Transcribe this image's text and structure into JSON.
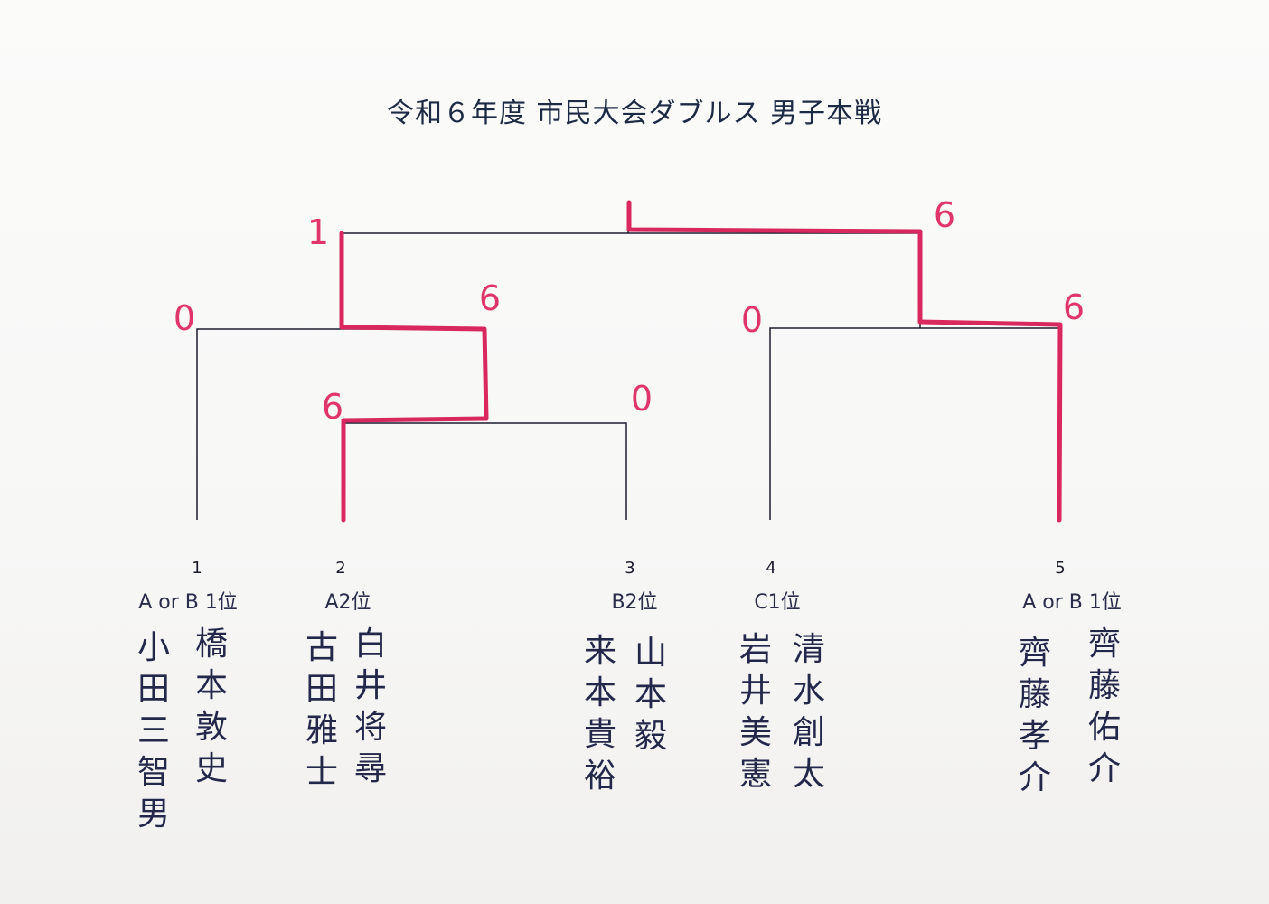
{
  "title": "令和６年度 市民大会ダブルス 男子本戦",
  "colors": {
    "ink": "#1d1d2e",
    "winner": "#d9285f"
  },
  "teams": [
    {
      "seed": "1",
      "qualifier": "A or B 1位",
      "players": [
        "小田三智男",
        "橋本敦史"
      ]
    },
    {
      "seed": "2",
      "qualifier": "A2位",
      "players": [
        "古田雅士",
        "白井将尋"
      ]
    },
    {
      "seed": "3",
      "qualifier": "B2位",
      "players": [
        "来本貴裕",
        "山本毅"
      ]
    },
    {
      "seed": "4",
      "qualifier": "C1位",
      "players": [
        "岩井美憲",
        "清水創太"
      ]
    },
    {
      "seed": "5",
      "qualifier": "A or B 1位",
      "players": [
        "齊藤孝介",
        "齊藤佑介"
      ]
    }
  ],
  "matches": [
    {
      "round": "1st",
      "left_score": "6",
      "right_score": "0",
      "winner": "left",
      "left_team": "2",
      "right_team": "3"
    },
    {
      "round": "semi",
      "left_score": "0",
      "right_score": "6",
      "winner": "right",
      "left_team": "1",
      "right_team": "winner of 2 vs 3"
    },
    {
      "round": "semi",
      "left_score": "0",
      "right_score": "6",
      "winner": "right",
      "left_team": "4",
      "right_team": "5"
    },
    {
      "round": "final",
      "left_score": "1",
      "right_score": "6",
      "winner": "right",
      "left_team": "winner of 1 vs (2/3)",
      "right_team": "winner of 4 vs 5"
    }
  ]
}
